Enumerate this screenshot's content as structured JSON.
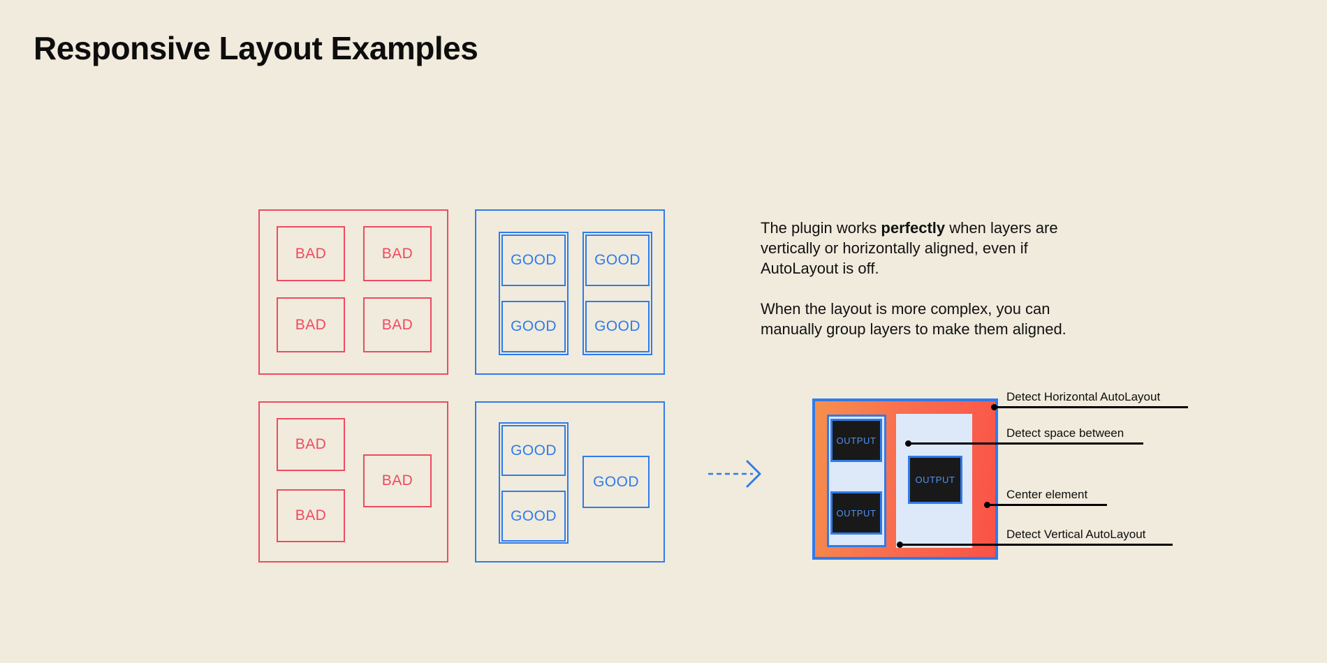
{
  "page": {
    "title": "Responsive Layout Examples",
    "background_color": "#f0ebdd",
    "bad_color": "#ef4a60",
    "good_color": "#2f7bea"
  },
  "examples": [
    {
      "id": "bad-grid",
      "kind": "bad",
      "caption_label": "BAD",
      "cells": [
        {
          "label": "BAD"
        },
        {
          "label": "BAD"
        },
        {
          "label": "BAD"
        },
        {
          "label": "BAD"
        }
      ]
    },
    {
      "id": "good-grid",
      "kind": "good",
      "caption_label": "GOOD",
      "cells": [
        {
          "label": "GOOD"
        },
        {
          "label": "GOOD"
        },
        {
          "label": "GOOD"
        },
        {
          "label": "GOOD"
        }
      ]
    },
    {
      "id": "bad-complex",
      "kind": "bad",
      "caption_label": "BAD",
      "cells": [
        {
          "label": "BAD"
        },
        {
          "label": "BAD"
        },
        {
          "label": "BAD"
        }
      ]
    },
    {
      "id": "good-complex",
      "kind": "good",
      "caption_label": "GOOD",
      "cells": [
        {
          "label": "GOOD"
        },
        {
          "label": "GOOD"
        },
        {
          "label": "GOOD"
        }
      ]
    }
  ],
  "copy": {
    "paragraph_1_part_1": "The plugin works ",
    "paragraph_1_emphasis": "perfectly",
    "paragraph_1_part_2": " when layers are vertically or horizontally aligned, even if AutoLayout is off.",
    "paragraph_2": "When the layout is more complex, you can manually group layers to make them aligned."
  },
  "arrow": {
    "name": "dashed-right-arrow",
    "color": "#2f7bea",
    "style": "dashed"
  },
  "preview": {
    "frame_border_color": "#2f7bea",
    "gradient_from": "#f5904c",
    "gradient_to": "#fa5247",
    "panel_color": "#dde9f8",
    "output_boxes": [
      {
        "id": "output-top",
        "label": "OUTPUT"
      },
      {
        "id": "output-bottom",
        "label": "OUTPUT"
      },
      {
        "id": "output-center",
        "label": "OUTPUT"
      }
    ],
    "annotations": [
      {
        "id": "detect-horizontal-autolayout",
        "label": "Detect Horizontal AutoLayout"
      },
      {
        "id": "detect-space-between",
        "label": "Detect space between"
      },
      {
        "id": "center-element",
        "label": "Center element"
      },
      {
        "id": "detect-vertical-autolayout",
        "label": "Detect Vertical AutoLayout"
      }
    ]
  }
}
